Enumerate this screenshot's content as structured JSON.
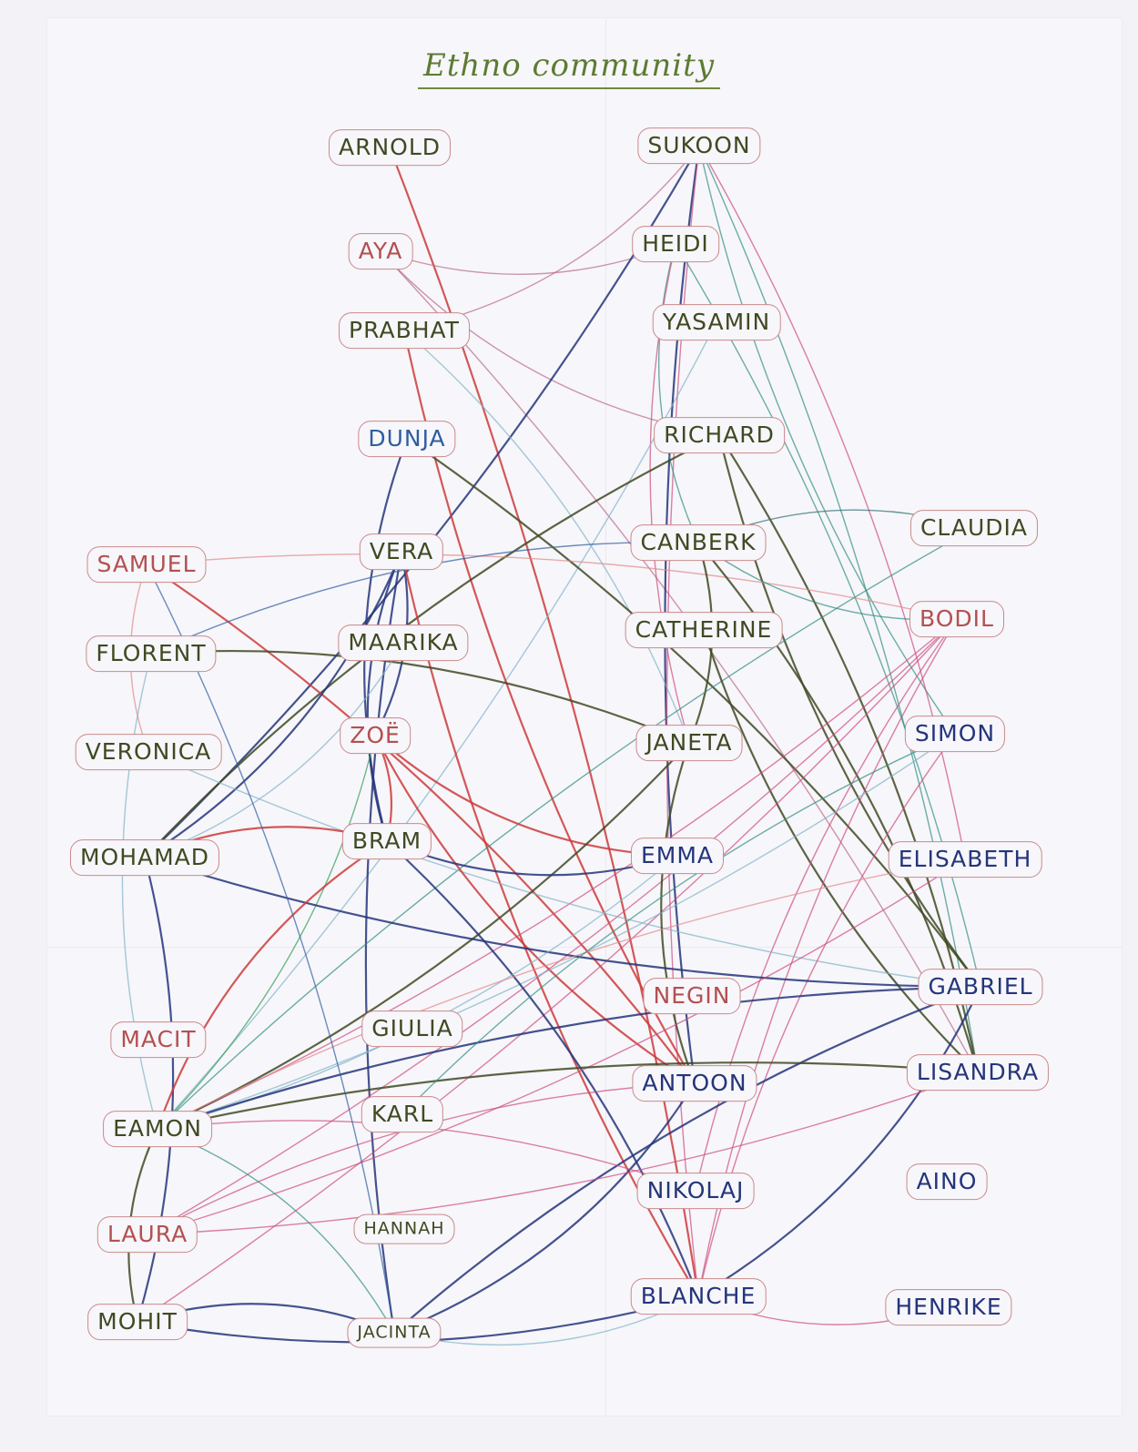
{
  "title": "Ethno community",
  "colors": {
    "ink_green": "#5d7b32",
    "ink_dark": "#3f4a22",
    "ink_blue": "#24357a",
    "ink_red": "#cc3b3b",
    "ink_pink": "#cc4c7e",
    "ink_teal": "#2f8f82"
  },
  "nodes": [
    {
      "id": "arnold",
      "label": "ARNOLD",
      "ink": "#3f4a22"
    },
    {
      "id": "sukoon",
      "label": "SUKOON",
      "ink": "#3f4a22"
    },
    {
      "id": "aya",
      "label": "AYA",
      "ink": "#b35050"
    },
    {
      "id": "heidi",
      "label": "HEIDI",
      "ink": "#3f4a22"
    },
    {
      "id": "yasamin",
      "label": "YASAMIN",
      "ink": "#3f4a22"
    },
    {
      "id": "prabhat",
      "label": "PRABHAT",
      "ink": "#3f4a22"
    },
    {
      "id": "dunja",
      "label": "DUNJA",
      "ink": "#2f5ea0"
    },
    {
      "id": "richard",
      "label": "RICHARD",
      "ink": "#3f4a22"
    },
    {
      "id": "samuel",
      "label": "SAMUEL",
      "ink": "#b35050"
    },
    {
      "id": "vera",
      "label": "VERA",
      "ink": "#3f4a22"
    },
    {
      "id": "canberk",
      "label": "CANBERK",
      "ink": "#3f4a22"
    },
    {
      "id": "claudia",
      "label": "CLAUDIA",
      "ink": "#3f4a22"
    },
    {
      "id": "florent",
      "label": "FLORENT",
      "ink": "#3f4a22"
    },
    {
      "id": "maarika",
      "label": "MAARIKA",
      "ink": "#3f4a22"
    },
    {
      "id": "catherine",
      "label": "CATHERINE",
      "ink": "#3f4a22"
    },
    {
      "id": "bodil",
      "label": "BODIL",
      "ink": "#b35050"
    },
    {
      "id": "veronica",
      "label": "VERONICA",
      "ink": "#3f4a22"
    },
    {
      "id": "zoe",
      "label": "ZOË",
      "ink": "#b35050"
    },
    {
      "id": "janeta",
      "label": "JANETA",
      "ink": "#3f4a22"
    },
    {
      "id": "simon",
      "label": "SIMON",
      "ink": "#24357a"
    },
    {
      "id": "mohamad",
      "label": "MOHAMAD",
      "ink": "#3f4a22"
    },
    {
      "id": "bram",
      "label": "BRAM",
      "ink": "#3f4a22"
    },
    {
      "id": "emma",
      "label": "EMMA",
      "ink": "#24357a"
    },
    {
      "id": "elisabeth",
      "label": "ELISABETH",
      "ink": "#24357a"
    },
    {
      "id": "negin",
      "label": "NEGIN",
      "ink": "#b35050"
    },
    {
      "id": "gabriel",
      "label": "GABRIEL",
      "ink": "#24357a"
    },
    {
      "id": "macit",
      "label": "MACIT",
      "ink": "#b35050"
    },
    {
      "id": "giulia",
      "label": "GIULIA",
      "ink": "#3f4a22"
    },
    {
      "id": "antoon",
      "label": "ANTOON",
      "ink": "#24357a"
    },
    {
      "id": "lisandra",
      "label": "LISANDRA",
      "ink": "#24357a"
    },
    {
      "id": "eamon",
      "label": "EAMON",
      "ink": "#3f4a22"
    },
    {
      "id": "karl",
      "label": "KARL",
      "ink": "#3f4a22"
    },
    {
      "id": "nikolaj",
      "label": "NIKOLAJ",
      "ink": "#24357a"
    },
    {
      "id": "aino",
      "label": "AINO",
      "ink": "#24357a"
    },
    {
      "id": "laura",
      "label": "LAURA",
      "ink": "#b35050"
    },
    {
      "id": "hannah",
      "label": "HANNAH",
      "ink": "#3f4a22"
    },
    {
      "id": "mohit",
      "label": "MOHIT",
      "ink": "#3f4a22"
    },
    {
      "id": "blanche",
      "label": "BLANCHE",
      "ink": "#24357a"
    },
    {
      "id": "henrike",
      "label": "HENRIKE",
      "ink": "#24357a"
    },
    {
      "id": "jacinta",
      "label": "JACINTA",
      "ink": "#3f4a22"
    }
  ],
  "edges": [
    [
      "arnold",
      "blanche",
      "#cc3b3b"
    ],
    [
      "aya",
      "heidi",
      "#b86b8a"
    ],
    [
      "aya",
      "lisandra",
      "#b86b8a"
    ],
    [
      "aya",
      "richard",
      "#b86b8a"
    ],
    [
      "sukoon",
      "mohamad",
      "#24357a"
    ],
    [
      "sukoon",
      "antoon",
      "#24357a"
    ],
    [
      "sukoon",
      "prabhat",
      "#b86b8a"
    ],
    [
      "sukoon",
      "simon",
      "#2f8f82"
    ],
    [
      "sukoon",
      "elisabeth",
      "#cc4c7e"
    ],
    [
      "sukoon",
      "blanche",
      "#cc4c7e"
    ],
    [
      "sukoon",
      "lisandra",
      "#2f8f82"
    ],
    [
      "heidi",
      "canberk",
      "#2f8f82"
    ],
    [
      "heidi",
      "gabriel",
      "#2f8f82"
    ],
    [
      "heidi",
      "janeta",
      "#cc4c7e"
    ],
    [
      "yasamin",
      "eamon",
      "#7fb3c8"
    ],
    [
      "prabhat",
      "antoon",
      "#cc3b3b"
    ],
    [
      "prabhat",
      "janeta",
      "#7fb3c8"
    ],
    [
      "dunja",
      "bram",
      "#24357a"
    ],
    [
      "dunja",
      "gabriel",
      "#3f4a22"
    ],
    [
      "richard",
      "mohamad",
      "#3f4a22"
    ],
    [
      "richard",
      "lisandra",
      "#3f4a22"
    ],
    [
      "richard",
      "gabriel",
      "#3f4a22"
    ],
    [
      "samuel",
      "antoon",
      "#cc3b3b"
    ],
    [
      "samuel",
      "veronica",
      "#e08a8a"
    ],
    [
      "samuel",
      "bodil",
      "#e08a8a"
    ],
    [
      "vera",
      "bram",
      "#24357a"
    ],
    [
      "vera",
      "mohamad",
      "#24357a"
    ],
    [
      "vera",
      "jacinta",
      "#24357a"
    ],
    [
      "vera",
      "zoe",
      "#24357a"
    ],
    [
      "vera",
      "blanche",
      "#cc3b3b"
    ],
    [
      "canberk",
      "claudia",
      "#2f6f6f"
    ],
    [
      "canberk",
      "florent",
      "#2f5ea0"
    ],
    [
      "canberk",
      "janeta",
      "#3f4a22"
    ],
    [
      "canberk",
      "bodil",
      "#2f8f82"
    ],
    [
      "canberk",
      "lisandra",
      "#3f4a22"
    ],
    [
      "claudia",
      "eamon",
      "#2f8f82"
    ],
    [
      "florent",
      "janeta",
      "#3f4a22"
    ],
    [
      "florent",
      "eamon",
      "#7fb3c8"
    ],
    [
      "maarika",
      "mohamad",
      "#7fb3c8"
    ],
    [
      "catherine",
      "lisandra",
      "#3f4a22"
    ],
    [
      "bodil",
      "eamon",
      "#cc4c7e"
    ],
    [
      "bodil",
      "blanche",
      "#cc4c7e"
    ],
    [
      "bodil",
      "laura",
      "#cc4c7e"
    ],
    [
      "bodil",
      "nikolaj",
      "#cc4c7e"
    ],
    [
      "bodil",
      "mohit",
      "#cc4c7e"
    ],
    [
      "veronica",
      "gabriel",
      "#7fb3c8"
    ],
    [
      "zoe",
      "bram",
      "#cc3b3b"
    ],
    [
      "zoe",
      "emma",
      "#cc3b3b"
    ],
    [
      "zoe",
      "eamon",
      "#2f9e55"
    ],
    [
      "zoe",
      "antoon",
      "#cc3b3b"
    ],
    [
      "janeta",
      "eamon",
      "#3f4a22"
    ],
    [
      "janeta",
      "antoon",
      "#3f4a22"
    ],
    [
      "simon",
      "eamon",
      "#7fb3c8"
    ],
    [
      "simon",
      "blanche",
      "#cc4c7e"
    ],
    [
      "mohamad",
      "bram",
      "#cc3b3b"
    ],
    [
      "mohamad",
      "gabriel",
      "#24357a"
    ],
    [
      "mohamad",
      "mohit",
      "#24357a"
    ],
    [
      "bram",
      "emma",
      "#24357a"
    ],
    [
      "bram",
      "blanche",
      "#24357a"
    ],
    [
      "bram",
      "eamon",
      "#cc3b3b"
    ],
    [
      "emma",
      "eamon",
      "#7fb3c8"
    ],
    [
      "elisabeth",
      "eamon",
      "#e08a8a"
    ],
    [
      "elisabeth",
      "laura",
      "#cc4c7e"
    ],
    [
      "gabriel",
      "eamon",
      "#24357a"
    ],
    [
      "gabriel",
      "blanche",
      "#24357a"
    ],
    [
      "gabriel",
      "jacinta",
      "#24357a"
    ],
    [
      "antoon",
      "jacinta",
      "#24357a"
    ],
    [
      "antoon",
      "laura",
      "#cc4c7e"
    ],
    [
      "lisandra",
      "laura",
      "#cc4c7e"
    ],
    [
      "lisandra",
      "eamon",
      "#3f4a22"
    ],
    [
      "karl",
      "simon",
      "#2f8f82"
    ],
    [
      "eamon",
      "mohit",
      "#3f4a22"
    ],
    [
      "eamon",
      "jacinta",
      "#2f8f82"
    ],
    [
      "mohit",
      "blanche",
      "#24357a"
    ],
    [
      "mohit",
      "jacinta",
      "#24357a"
    ],
    [
      "blanche",
      "henrike",
      "#cc4c7e"
    ],
    [
      "blanche",
      "jacinta",
      "#7fb3c8"
    ],
    [
      "nikolaj",
      "eamon",
      "#cc4c7e"
    ],
    [
      "samuel",
      "jacinta",
      "#2f5ea0"
    ]
  ]
}
